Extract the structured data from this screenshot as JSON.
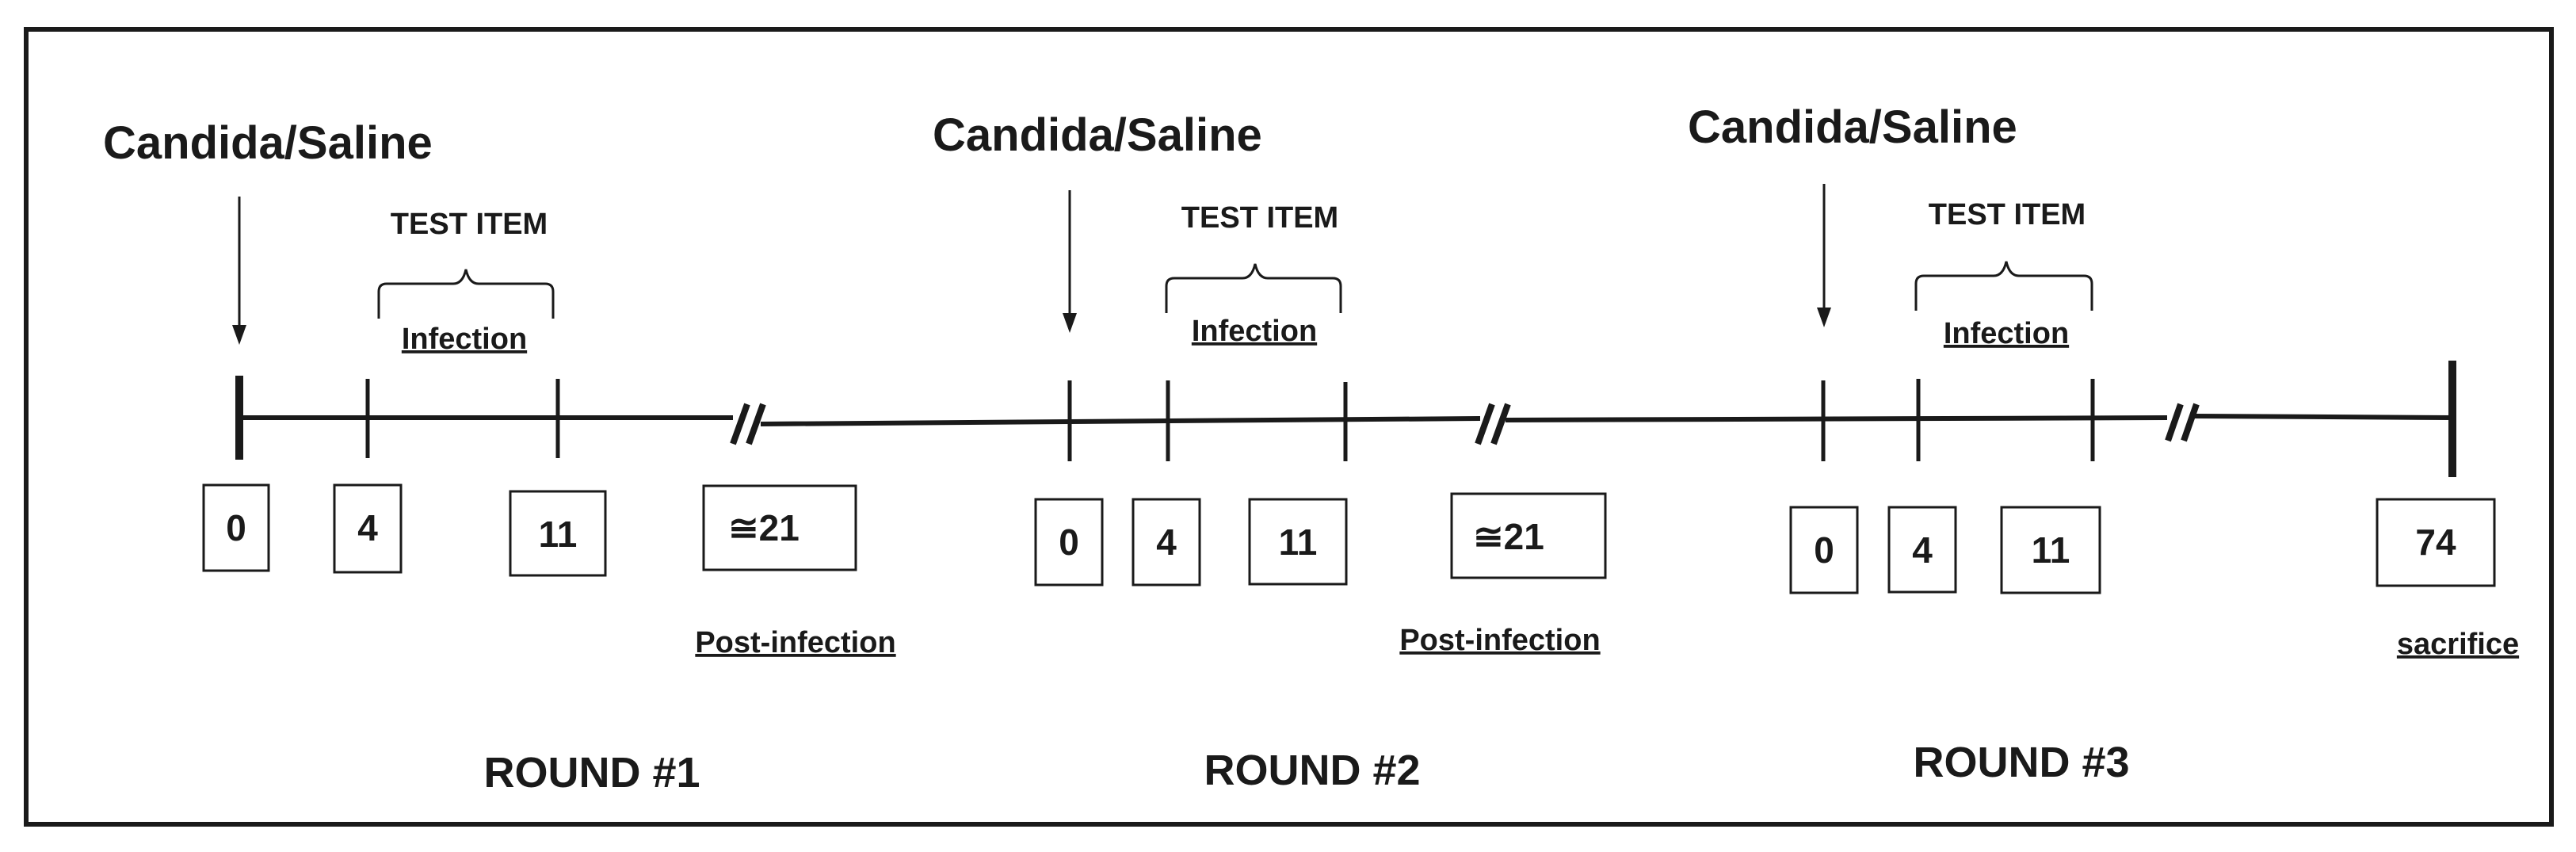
{
  "rounds": [
    {
      "title": "ROUND #1",
      "treatment_label": "Candida/Saline",
      "test_item_label": "TEST ITEM",
      "infection_label": "Infection",
      "post_label": "Post-infection",
      "days": [
        "0",
        "4",
        "11",
        "≅21"
      ]
    },
    {
      "title": "ROUND #2",
      "treatment_label": "Candida/Saline",
      "test_item_label": "TEST ITEM",
      "infection_label": "Infection",
      "post_label": "Post-infection",
      "days": [
        "0",
        "4",
        "11",
        "≅21"
      ]
    },
    {
      "title": "ROUND #3",
      "treatment_label": "Candida/Saline",
      "test_item_label": "TEST ITEM",
      "infection_label": "Infection",
      "days": [
        "0",
        "4",
        "11"
      ]
    }
  ],
  "end": {
    "day": "74",
    "label": "sacrifice"
  }
}
